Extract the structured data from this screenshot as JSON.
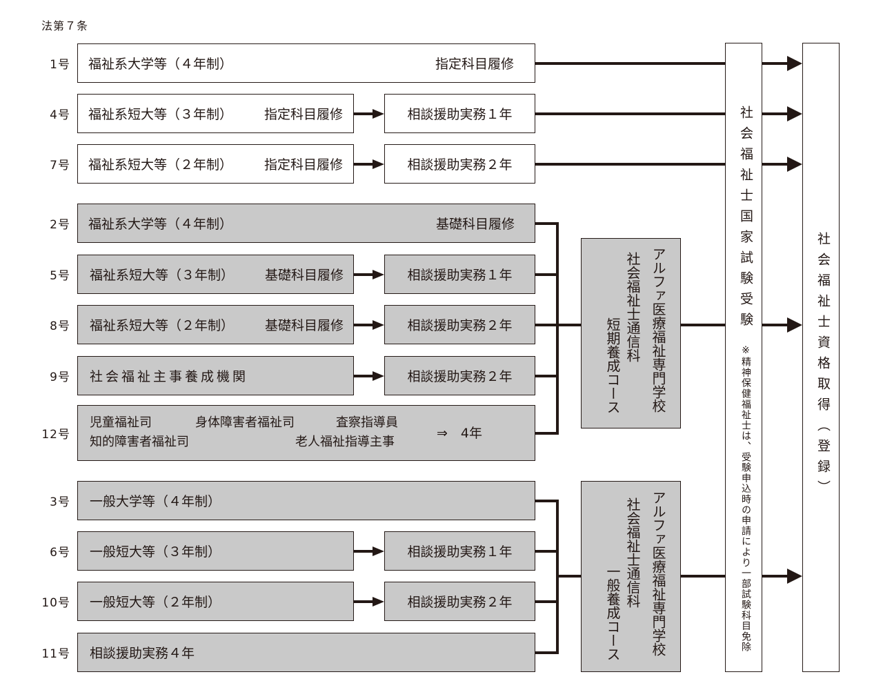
{
  "header": {
    "article": "法第７条"
  },
  "routes": {
    "r1": {
      "number": "1号",
      "school": "福祉系大学等（４年制）",
      "course": "指定科目履修"
    },
    "r4": {
      "number": "4号",
      "school": "福祉系短大等（３年制）",
      "course": "指定科目履修",
      "practice": "相談援助実務１年"
    },
    "r7": {
      "number": "7号",
      "school": "福祉系短大等（２年制）",
      "course": "指定科目履修",
      "practice": "相談援助実務２年"
    },
    "r2": {
      "number": "2号",
      "school": "福祉系大学等（４年制）",
      "course": "基礎科目履修"
    },
    "r5": {
      "number": "5号",
      "school": "福祉系短大等（３年制）",
      "course": "基礎科目履修",
      "practice": "相談援助実務１年"
    },
    "r8": {
      "number": "8号",
      "school": "福祉系短大等（２年制）",
      "course": "基礎科目履修",
      "practice": "相談援助実務２年"
    },
    "r9": {
      "number": "9号",
      "school": "社会福祉主事養成機関",
      "practice": "相談援助実務２年"
    },
    "r12": {
      "number": "12号",
      "positions": [
        "児童福祉司",
        "身体障害者福祉司",
        "査察指導員",
        "知的障害者福祉司",
        "老人福祉指導主事"
      ],
      "practice": "⇒　4年"
    },
    "r3": {
      "number": "3号",
      "school": "一般大学等（４年制）"
    },
    "r6": {
      "number": "6号",
      "school": "一般短大等（３年制）",
      "practice": "相談援助実務１年"
    },
    "r10": {
      "number": "10号",
      "school": "一般短大等（２年制）",
      "practice": "相談援助実務２年"
    },
    "r11": {
      "number": "11号",
      "school": "相談援助実務４年"
    }
  },
  "courses": {
    "short": {
      "school": "アルファ医療福祉専門学校",
      "department": "社会福祉士通信科",
      "course": "短期養成コース"
    },
    "general": {
      "school": "アルファ医療福祉専門学校",
      "department": "社会福祉士通信科",
      "course": "一般養成コース"
    }
  },
  "exam": {
    "title": "社会福祉士国家試験受験",
    "note": "※精神保健福祉士は、受験申込時の申請により一部試験科目免除"
  },
  "result": {
    "title": "社会福祉士資格取得（登録）"
  },
  "colors": {
    "line": "#231815",
    "gray_fill": "#c9c9c9",
    "white_fill": "#ffffff",
    "text": "#231815"
  }
}
